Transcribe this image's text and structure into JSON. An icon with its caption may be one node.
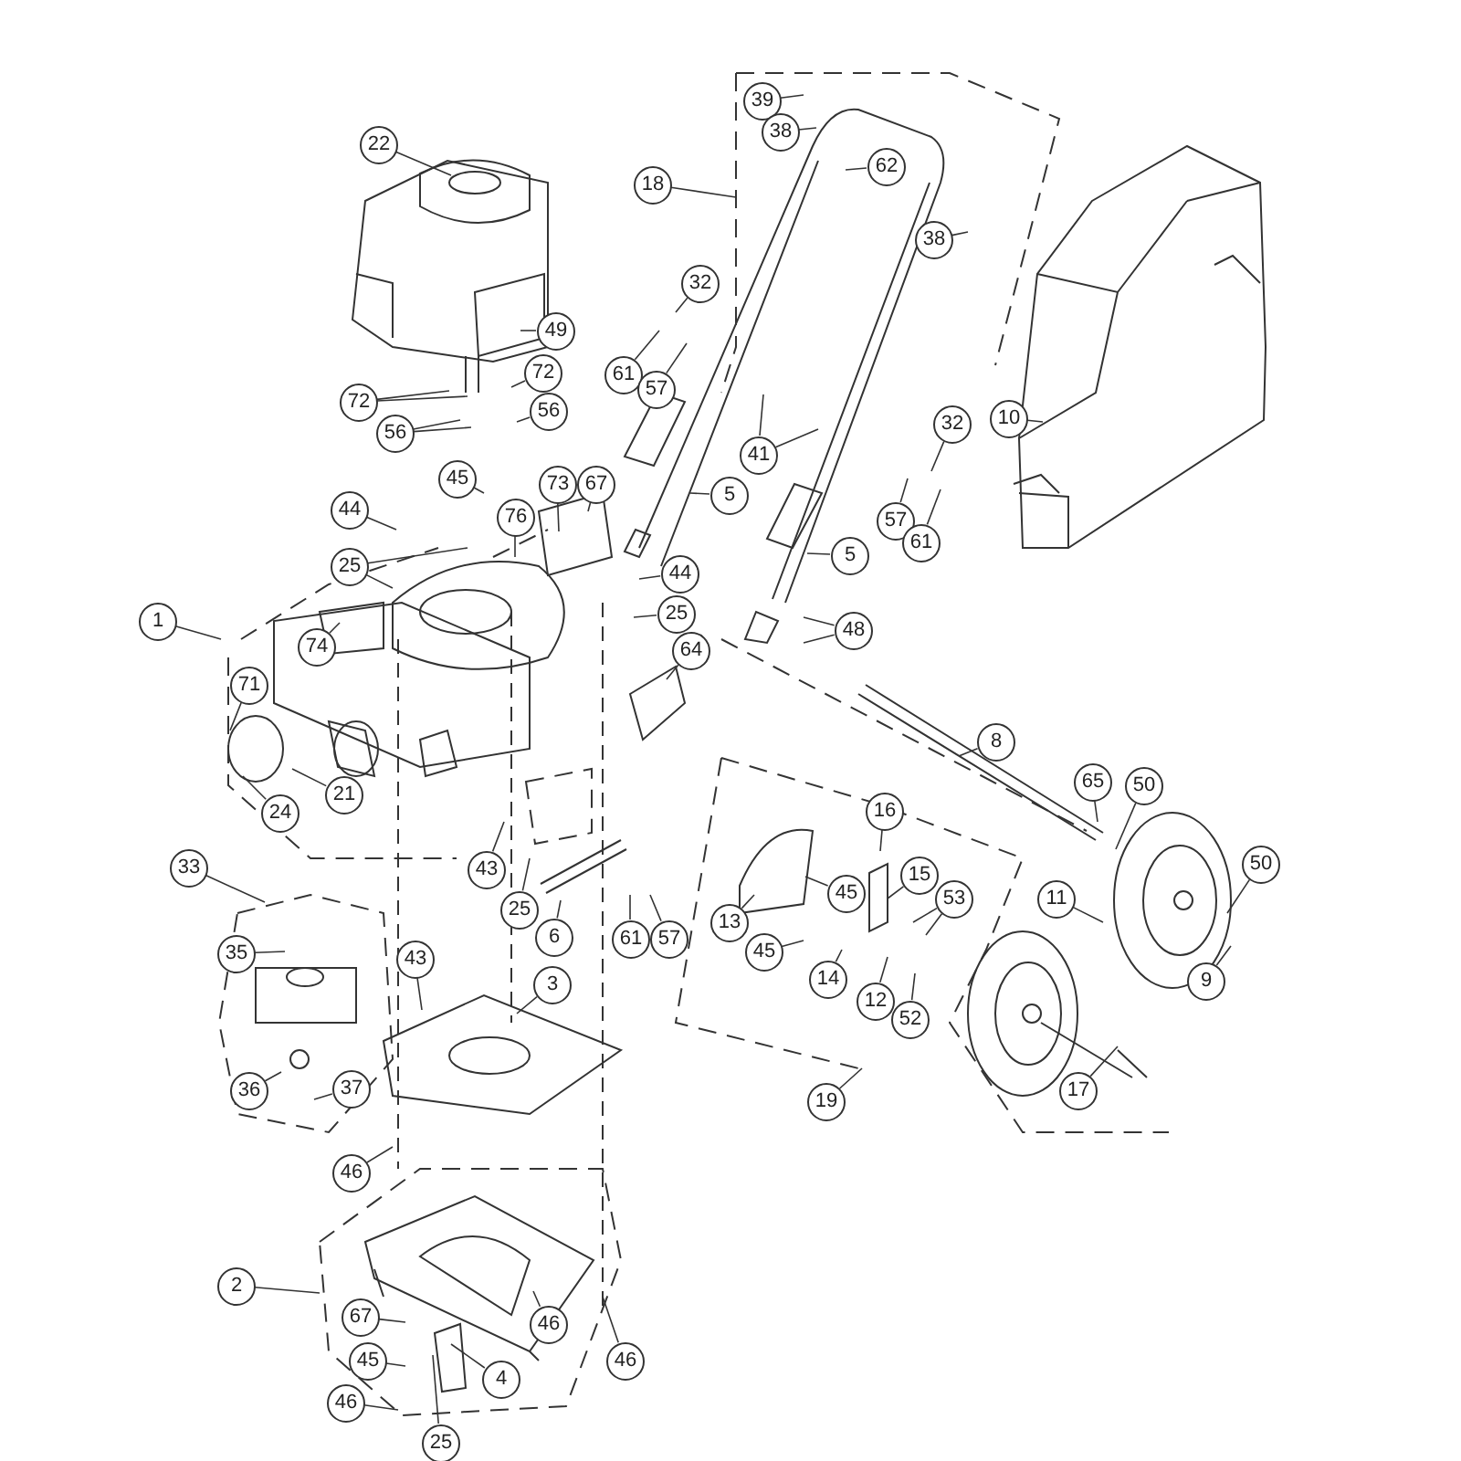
{
  "diagram": {
    "nodes": [
      {
        "text": [
          "22"
        ]
      },
      {
        "text": [
          "18"
        ]
      },
      {
        "text": [
          "39"
        ]
      },
      {
        "text": [
          "38"
        ]
      },
      {
        "text": [
          "62"
        ]
      },
      {
        "text": [
          "38"
        ]
      },
      {
        "text": [
          "10"
        ]
      },
      {
        "text": [
          "32"
        ]
      },
      {
        "text": [
          "49"
        ]
      },
      {
        "text": [
          "61"
        ]
      },
      {
        "text": [
          "57"
        ]
      },
      {
        "text": [
          "72"
        ]
      },
      {
        "text": [
          "72"
        ]
      },
      {
        "text": [
          "56"
        ]
      },
      {
        "text": [
          "56"
        ]
      },
      {
        "text": [
          "41"
        ]
      },
      {
        "text": [
          "32"
        ]
      },
      {
        "text": [
          "57"
        ]
      },
      {
        "text": [
          "61"
        ]
      },
      {
        "text": [
          "5"
        ]
      },
      {
        "text": [
          "5"
        ]
      },
      {
        "text": [
          "45"
        ]
      },
      {
        "text": [
          "44"
        ]
      },
      {
        "text": [
          "25"
        ]
      },
      {
        "text": [
          "76"
        ]
      },
      {
        "text": [
          "73"
        ]
      },
      {
        "text": [
          "67"
        ]
      },
      {
        "text": [
          "44"
        ]
      },
      {
        "text": [
          "25"
        ]
      },
      {
        "text": [
          "74"
        ]
      },
      {
        "text": [
          "1"
        ]
      },
      {
        "text": [
          "71"
        ]
      },
      {
        "text": [
          "64"
        ]
      },
      {
        "text": [
          "48"
        ]
      },
      {
        "text": [
          "21"
        ]
      },
      {
        "text": [
          "24"
        ]
      },
      {
        "text": [
          "8"
        ]
      },
      {
        "text": [
          "65"
        ]
      },
      {
        "text": [
          "50"
        ]
      },
      {
        "text": [
          "43"
        ]
      },
      {
        "text": [
          "25"
        ]
      },
      {
        "text": [
          "6"
        ]
      },
      {
        "text": [
          "61"
        ]
      },
      {
        "text": [
          "57"
        ]
      },
      {
        "text": [
          "13"
        ]
      },
      {
        "text": [
          "45"
        ]
      },
      {
        "text": [
          "16"
        ]
      },
      {
        "text": [
          "15"
        ]
      },
      {
        "text": [
          "53"
        ]
      },
      {
        "text": [
          "11"
        ]
      },
      {
        "text": [
          "50"
        ]
      },
      {
        "text": [
          "45"
        ]
      },
      {
        "text": [
          "14"
        ]
      },
      {
        "text": [
          "12"
        ]
      },
      {
        "text": [
          "52"
        ]
      },
      {
        "text": [
          "9"
        ]
      },
      {
        "text": [
          "33"
        ]
      },
      {
        "text": [
          "35"
        ]
      },
      {
        "text": [
          "43"
        ]
      },
      {
        "text": [
          "3"
        ]
      },
      {
        "text": [
          "36"
        ]
      },
      {
        "text": [
          "37"
        ]
      },
      {
        "text": [
          "17"
        ]
      },
      {
        "text": [
          "19"
        ]
      },
      {
        "text": [
          "46"
        ]
      },
      {
        "text": [
          "2"
        ]
      },
      {
        "text": [
          "67"
        ]
      },
      {
        "text": [
          "45"
        ]
      },
      {
        "text": [
          "46"
        ]
      },
      {
        "text": [
          "4"
        ]
      },
      {
        "text": [
          "46"
        ]
      },
      {
        "text": [
          "46"
        ]
      },
      {
        "text": [
          "25"
        ]
      }
    ],
    "edges": [
      {
        "from": 0,
        "to": null,
        "arrow": "none"
      },
      {
        "from": 1,
        "to": null,
        "arrow": "none"
      },
      {
        "from": 2,
        "to": null,
        "arrow": "none"
      },
      {
        "from": 3,
        "to": null,
        "arrow": "none"
      },
      {
        "from": 4,
        "to": null,
        "arrow": "none"
      },
      {
        "from": 5,
        "to": null,
        "arrow": "none"
      },
      {
        "from": 6,
        "to": null,
        "arrow": "none"
      },
      {
        "from": 7,
        "to": null,
        "arrow": "none"
      },
      {
        "from": 8,
        "to": null,
        "arrow": "none"
      },
      {
        "from": 9,
        "to": null,
        "arrow": "none"
      },
      {
        "from": 10,
        "to": null,
        "arrow": "none"
      },
      {
        "from": 11,
        "to": null,
        "arrow": "none"
      },
      {
        "from": 12,
        "to": null,
        "arrow": "none"
      },
      {
        "from": 12,
        "to": null,
        "arrow": "none"
      },
      {
        "from": 13,
        "to": null,
        "arrow": "none"
      },
      {
        "from": 14,
        "to": null,
        "arrow": "none"
      },
      {
        "from": 14,
        "to": null,
        "arrow": "none"
      },
      {
        "from": 15,
        "to": null,
        "arrow": "none"
      },
      {
        "from": 15,
        "to": null,
        "arrow": "none"
      },
      {
        "from": 16,
        "to": null,
        "arrow": "none"
      },
      {
        "from": 17,
        "to": null,
        "arrow": "none"
      },
      {
        "from": 18,
        "to": null,
        "arrow": "none"
      },
      {
        "from": 19,
        "to": null,
        "arrow": "none"
      },
      {
        "from": 20,
        "to": null,
        "arrow": "none"
      },
      {
        "from": 21,
        "to": null,
        "arrow": "none"
      },
      {
        "from": 22,
        "to": null,
        "arrow": "none"
      },
      {
        "from": 23,
        "to": null,
        "arrow": "none"
      },
      {
        "from": 23,
        "to": null,
        "arrow": "none"
      },
      {
        "from": 24,
        "to": null,
        "arrow": "none"
      },
      {
        "from": 25,
        "to": null,
        "arrow": "none"
      },
      {
        "from": 26,
        "to": null,
        "arrow": "none"
      },
      {
        "from": 27,
        "to": null,
        "arrow": "none"
      },
      {
        "from": 28,
        "to": null,
        "arrow": "none"
      },
      {
        "from": 29,
        "to": null,
        "arrow": "none"
      },
      {
        "from": 30,
        "to": null,
        "arrow": "none"
      },
      {
        "from": 31,
        "to": null,
        "arrow": "none"
      },
      {
        "from": 32,
        "to": null,
        "arrow": "none"
      },
      {
        "from": 33,
        "to": null,
        "arrow": "none"
      },
      {
        "from": 33,
        "to": null,
        "arrow": "none"
      },
      {
        "from": 34,
        "to": null,
        "arrow": "none"
      },
      {
        "from": 35,
        "to": null,
        "arrow": "none"
      },
      {
        "from": 36,
        "to": null,
        "arrow": "none"
      },
      {
        "from": 37,
        "to": null,
        "arrow": "none"
      },
      {
        "from": 38,
        "to": null,
        "arrow": "none"
      },
      {
        "from": 39,
        "to": null,
        "arrow": "none"
      },
      {
        "from": 40,
        "to": null,
        "arrow": "none"
      },
      {
        "from": 41,
        "to": null,
        "arrow": "none"
      },
      {
        "from": 42,
        "to": null,
        "arrow": "none"
      },
      {
        "from": 43,
        "to": null,
        "arrow": "none"
      },
      {
        "from": 44,
        "to": null,
        "arrow": "none"
      },
      {
        "from": 45,
        "to": null,
        "arrow": "none"
      },
      {
        "from": 46,
        "to": null,
        "arrow": "none"
      },
      {
        "from": 47,
        "to": null,
        "arrow": "none"
      },
      {
        "from": 48,
        "to": null,
        "arrow": "none"
      },
      {
        "from": 48,
        "to": null,
        "arrow": "none"
      },
      {
        "from": 49,
        "to": null,
        "arrow": "none"
      },
      {
        "from": 50,
        "to": null,
        "arrow": "none"
      },
      {
        "from": 51,
        "to": null,
        "arrow": "none"
      },
      {
        "from": 52,
        "to": null,
        "arrow": "none"
      },
      {
        "from": 53,
        "to": null,
        "arrow": "none"
      },
      {
        "from": 54,
        "to": null,
        "arrow": "none"
      },
      {
        "from": 55,
        "to": null,
        "arrow": "none"
      },
      {
        "from": 56,
        "to": null,
        "arrow": "none"
      },
      {
        "from": 57,
        "to": null,
        "arrow": "none"
      },
      {
        "from": 58,
        "to": null,
        "arrow": "none"
      },
      {
        "from": 59,
        "to": null,
        "arrow": "none"
      },
      {
        "from": 60,
        "to": null,
        "arrow": "none"
      },
      {
        "from": 61,
        "to": null,
        "arrow": "none"
      },
      {
        "from": 62,
        "to": null,
        "arrow": "none"
      },
      {
        "from": 63,
        "to": null,
        "arrow": "none"
      },
      {
        "from": 64,
        "to": null,
        "arrow": "none"
      },
      {
        "from": 65,
        "to": null,
        "arrow": "none"
      },
      {
        "from": 66,
        "to": null,
        "arrow": "none"
      },
      {
        "from": 67,
        "to": null,
        "arrow": "none"
      },
      {
        "from": 68,
        "to": null,
        "arrow": "none"
      },
      {
        "from": 69,
        "to": null,
        "arrow": "none"
      },
      {
        "from": 70,
        "to": null,
        "arrow": "none"
      },
      {
        "from": 71,
        "to": null,
        "arrow": "none"
      },
      {
        "from": 72,
        "to": null,
        "arrow": "none"
      }
    ]
  }
}
